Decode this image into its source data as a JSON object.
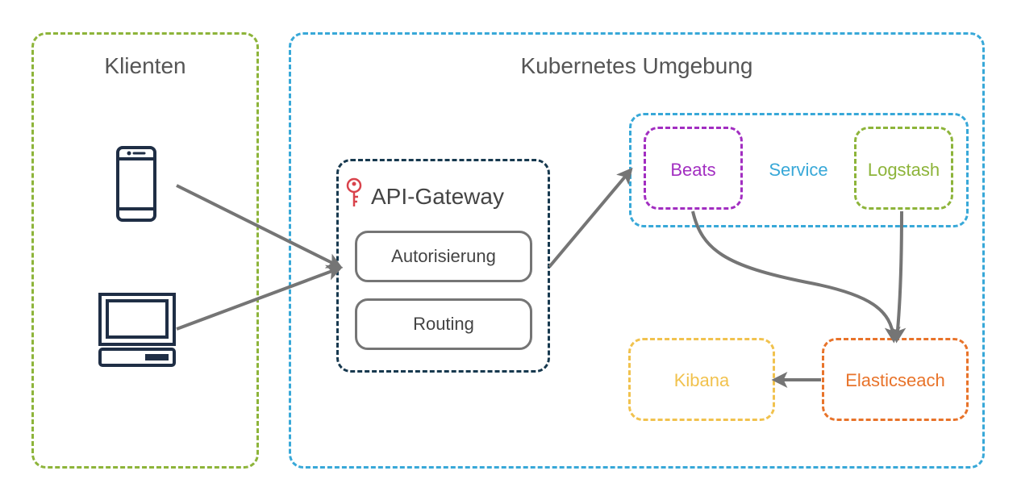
{
  "clients_group": {
    "title": "Klienten"
  },
  "k8s_group": {
    "title": "Kubernetes Umgebung"
  },
  "gateway": {
    "title": "API-Gateway",
    "modules": [
      "Autorisierung",
      "Routing"
    ]
  },
  "service_group": {
    "label": "Service",
    "beats": "Beats",
    "logstash": "Logstash"
  },
  "elasticsearch": "Elasticseach",
  "kibana": "Kibana",
  "colors": {
    "green": "#8db43a",
    "blue": "#38a8d8",
    "navy": "#17394f",
    "purple": "#a22ec1",
    "orange": "#e8732a",
    "yellow": "#f1c24e",
    "gray": "#757575",
    "key_red": "#d9434c",
    "device": "#1f2e45"
  },
  "icons": {
    "phone": "smartphone-icon",
    "desktop": "desktop-computer-icon",
    "key": "key-icon"
  }
}
